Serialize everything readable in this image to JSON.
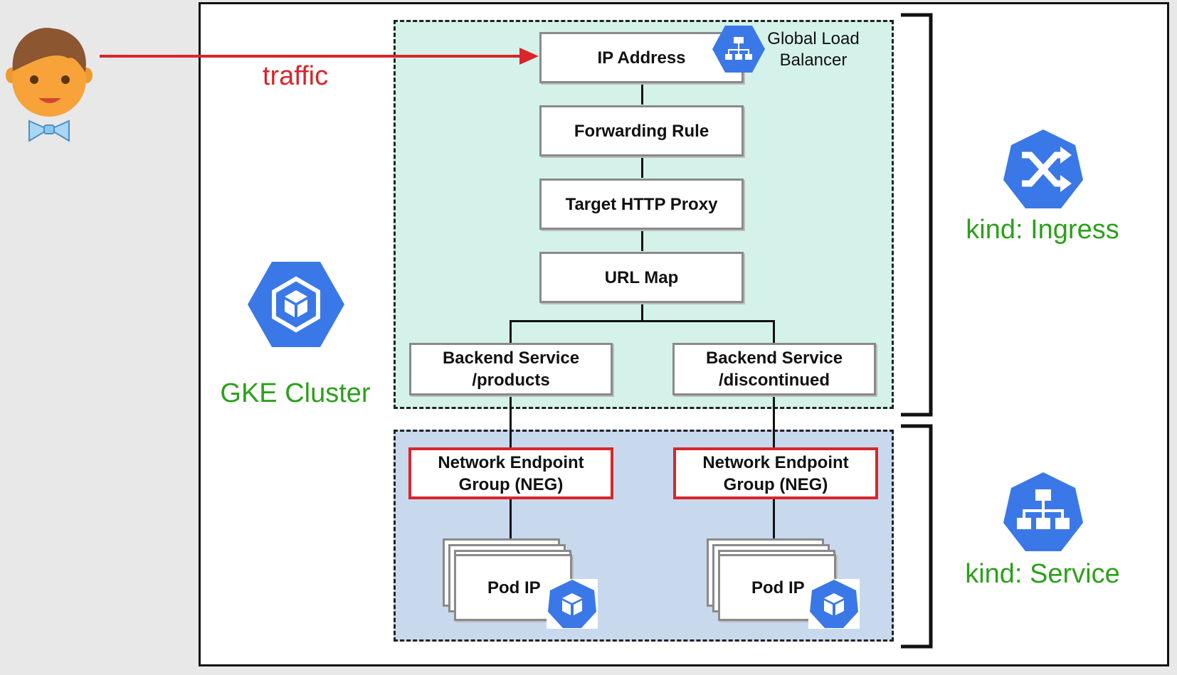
{
  "person": {
    "icon": "user-avatar-icon"
  },
  "traffic": {
    "label": "traffic",
    "color": "#d8262a"
  },
  "zones": {
    "ingress_bg": "#d4f2e9",
    "service_bg": "#c8d9ee"
  },
  "load_balancer": {
    "label": "Global Load\nBalancer",
    "icon": "load-balancer-icon"
  },
  "chain": {
    "ip_address": "IP Address",
    "forwarding_rule": "Forwarding Rule",
    "target_proxy": "Target HTTP Proxy",
    "url_map": "URL Map"
  },
  "backends": [
    {
      "label": "Backend Service\n/products"
    },
    {
      "label": "Backend Service\n/discontinued"
    }
  ],
  "negs": [
    {
      "label": "Network Endpoint\nGroup (NEG)"
    },
    {
      "label": "Network Endpoint\nGroup (NEG)"
    }
  ],
  "pods": [
    {
      "label": "Pod IP",
      "icon": "pod-cube-icon"
    },
    {
      "label": "Pod IP",
      "icon": "pod-cube-icon"
    }
  ],
  "cluster": {
    "label": "GKE Cluster",
    "icon": "gke-cluster-icon"
  },
  "kinds": {
    "ingress": {
      "label": "kind: Ingress",
      "icon": "ingress-icon"
    },
    "service": {
      "label": "kind: Service",
      "icon": "service-icon"
    }
  },
  "colors": {
    "accent_blue": "#3b78e7",
    "label_green": "#2ca01c",
    "neg_border": "#d8262a"
  }
}
